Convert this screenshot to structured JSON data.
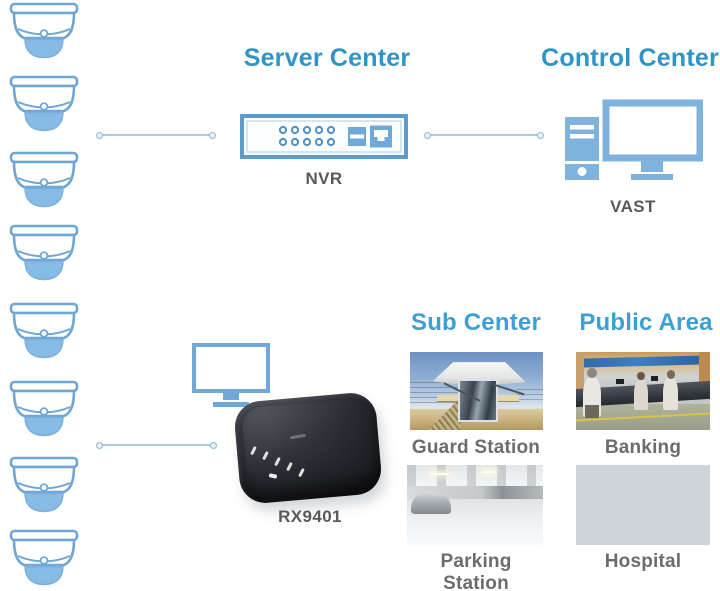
{
  "headings": {
    "server_center": "Server Center",
    "control_center": "Control Center",
    "sub_center": "Sub Center",
    "public_area": "Public Area"
  },
  "device_labels": {
    "nvr": "NVR",
    "vast": "VAST",
    "receiver": "RX9401"
  },
  "captions": {
    "guard_station": "Guard Station",
    "banking": "Banking",
    "parking_station": "Parking Station",
    "hospital": "Hospital"
  },
  "cameras": {
    "icon": "dome-camera-icon",
    "count": 8
  },
  "icons": {
    "server": "nvr-recorder-icon",
    "control": "desktop-computer-icon",
    "sub_center": "monitor-icon",
    "receiver": "rx9401-receiver-box"
  },
  "colors": {
    "heading_teal": "#3095C6",
    "subheading_blue": "#3DA0D3",
    "label_gray": "#58595B",
    "caption_gray": "#6B6C6E",
    "icon_blue": "#7FB2DD",
    "icon_stroke_blue": "#6FA6D3",
    "camera_dome_fill": "#87BBE5",
    "connector_blue": "#AECADF",
    "receiver_black": "#1C1E22"
  }
}
